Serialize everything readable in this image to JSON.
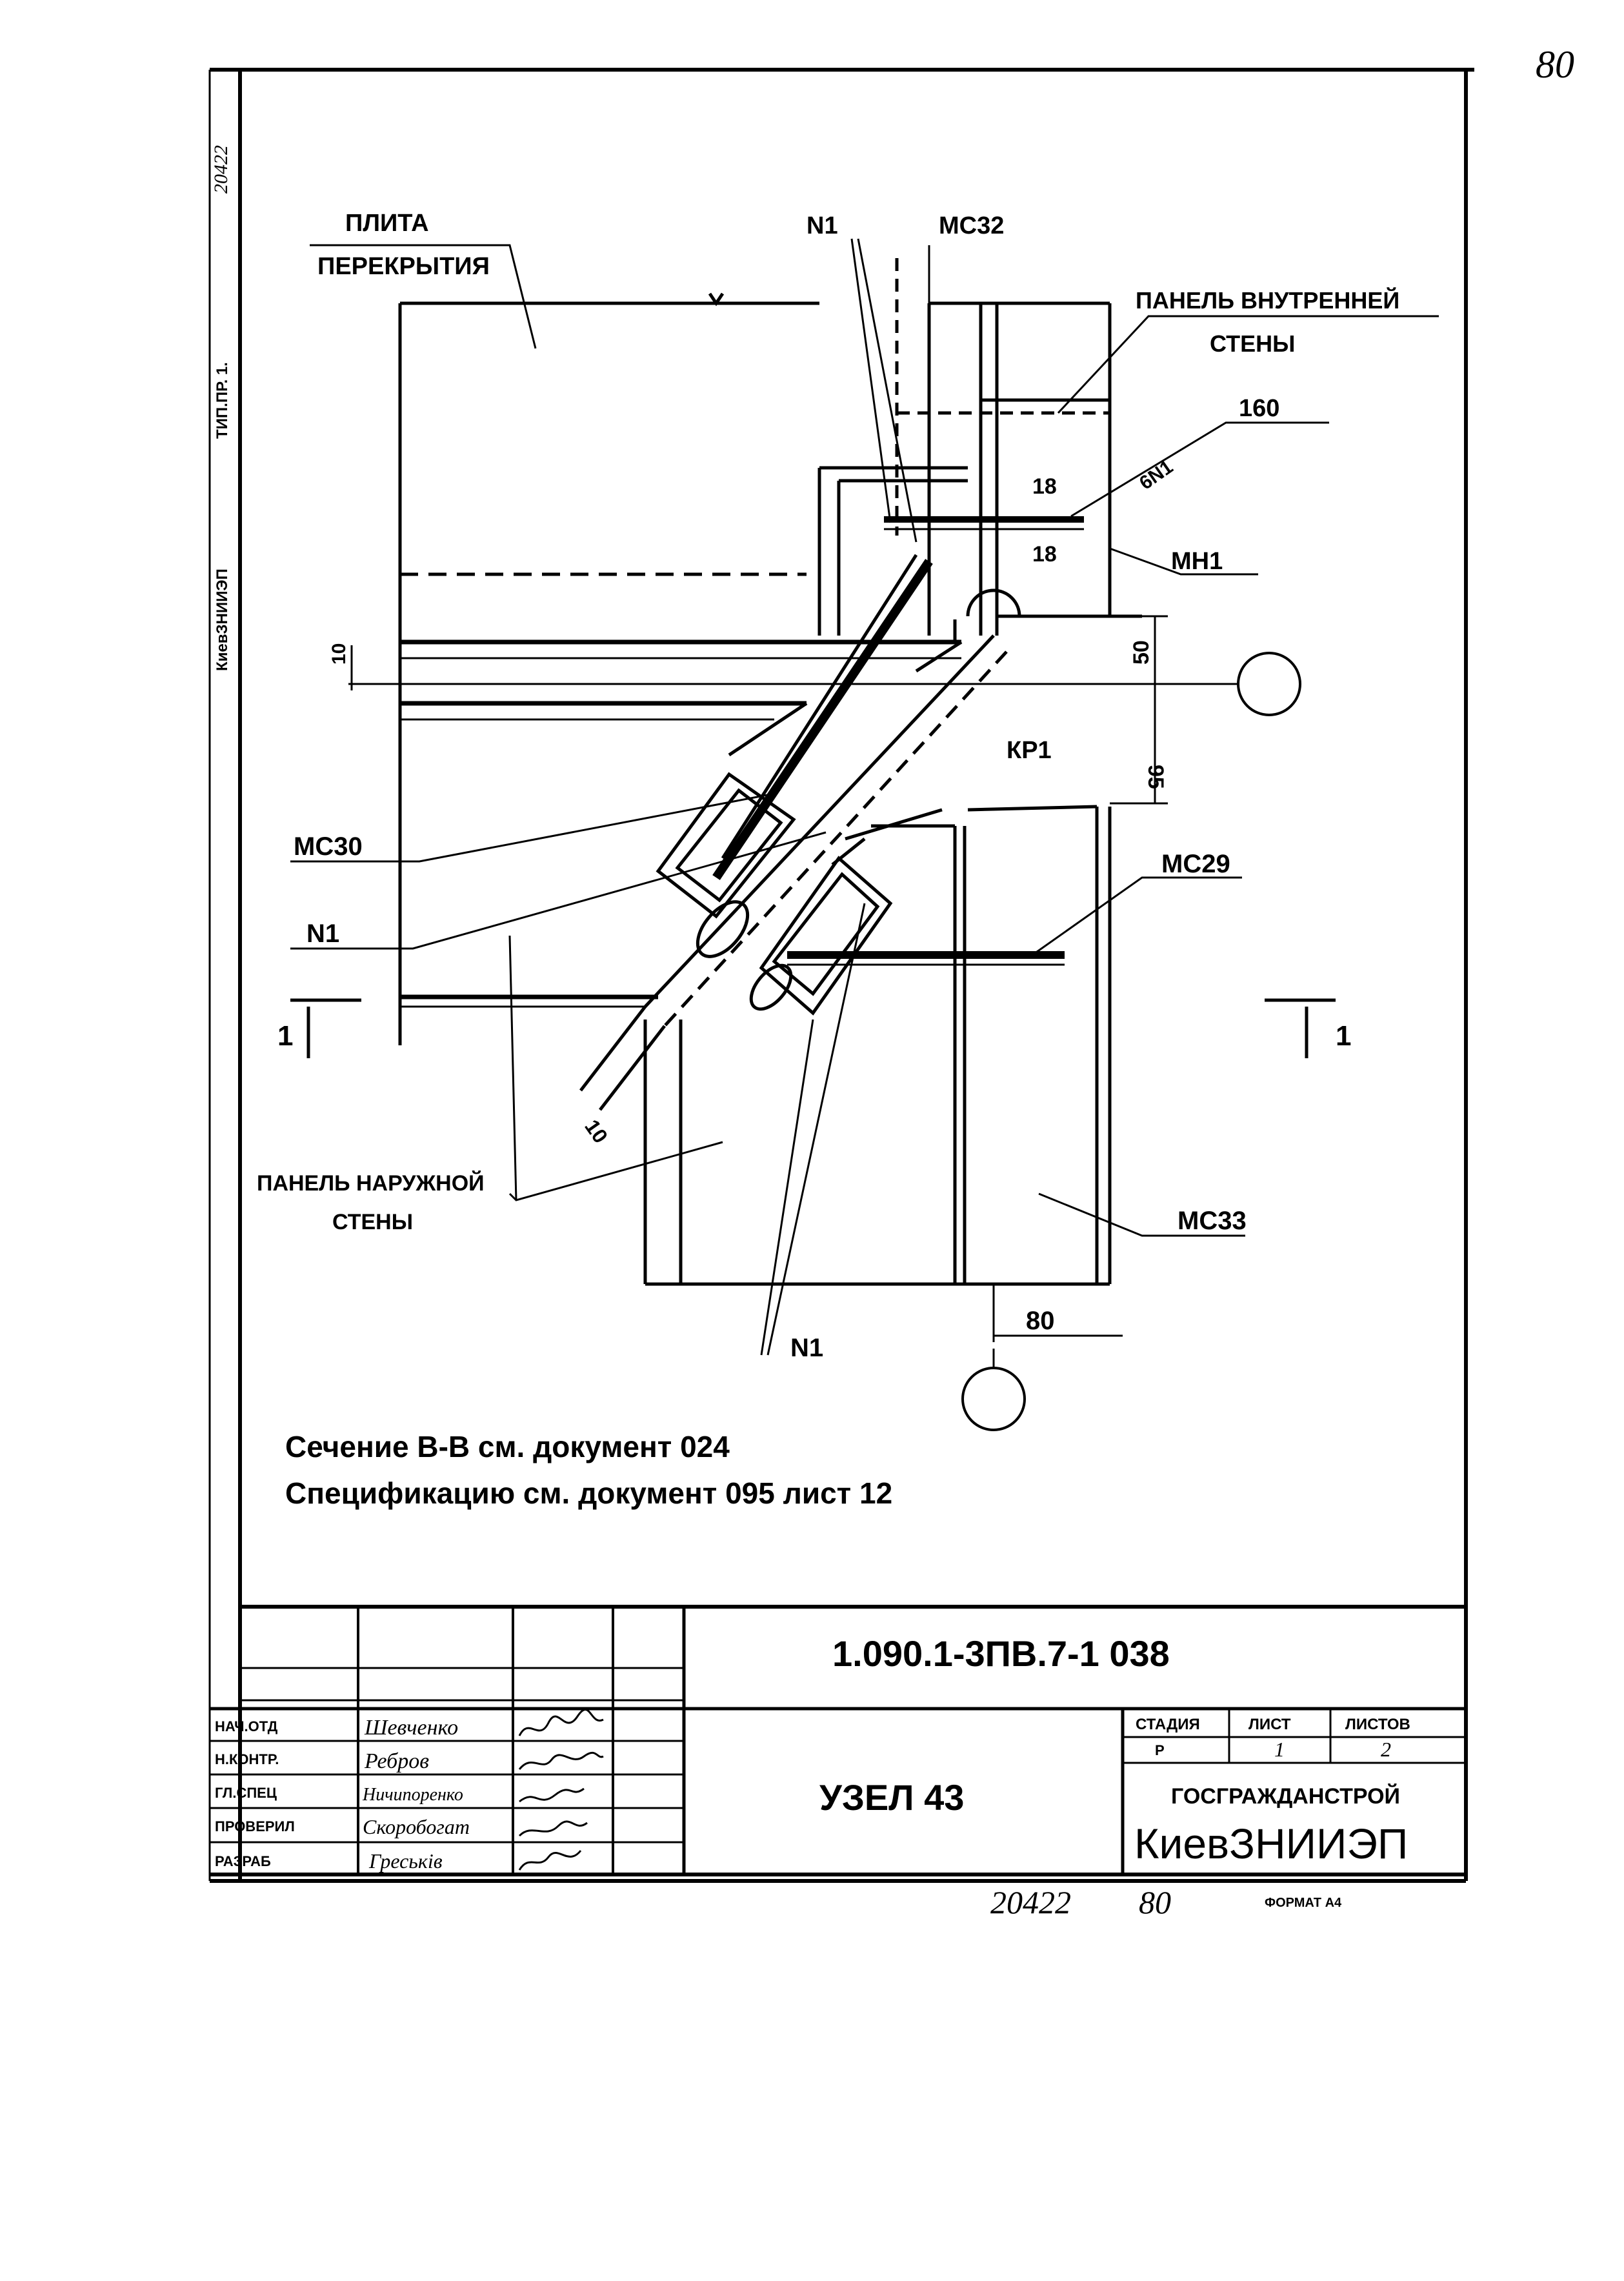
{
  "page": {
    "corner_mark": "80",
    "side_stamp_top": "20422",
    "side_stamp_mid": "ТИП.ПР. 1.",
    "side_stamp_org": "КиевЗНИИЭП"
  },
  "labels": {
    "plita": "ПЛИТА",
    "perekrytiya": "ПЕРЕКРЫТИЯ",
    "n1_top": "N1",
    "mc32": "МС32",
    "panel_vnutr_1": "ПАНЕЛЬ ВНУТРЕННЕЙ",
    "panel_vnutr_2": "СТЕНЫ",
    "angle_160": "160",
    "weld_6n1": "6N1",
    "dim_18_top": "18",
    "dim_18_bot": "18",
    "mh1": "МН1",
    "dim_10": "10",
    "dim_50": "50",
    "dim_95": "95",
    "kp1": "КР1",
    "mc30": "МС30",
    "n1_left": "N1",
    "mc29": "МС29",
    "section_left": "1",
    "section_right": "1",
    "dim_d10": "10",
    "panel_naruzh_1": "ПАНЕЛЬ НАРУЖНОЙ",
    "panel_naruzh_2": "СТЕНЫ",
    "mc33": "МС33",
    "dim_80": "80",
    "n1_bottom": "N1"
  },
  "notes": {
    "line1": "Сечение В-В  см. документ 024",
    "line2": "Спецификацию см. документ 095 лист 12"
  },
  "title_block": {
    "doc_code": "1.090.1-3ПВ.7-1   038",
    "title": "УЗЕЛ 43",
    "roles": [
      "НАЧ.ОТД",
      "Н.КОНТР.",
      "ГЛ.СПЕЦ",
      "ПРОВЕРИЛ",
      "РАЗРАБ"
    ],
    "names": [
      "Шевченко",
      "Ребров",
      "Ничипоренко",
      "Скоробогат",
      "Греськів"
    ],
    "stage_label": "СТАДИЯ",
    "sheet_label": "ЛИСТ",
    "sheets_label": "ЛИСТОВ",
    "stage_value": "Р",
    "sheet_value": "1",
    "sheets_value": "2",
    "org_line1": "ГОСГРАЖДАНСТРОЙ",
    "org_line2": "КиевЗНИИЭП"
  },
  "footer": {
    "inventory": "20422",
    "page_no": "80",
    "format": "ФОРМАТ А4"
  }
}
